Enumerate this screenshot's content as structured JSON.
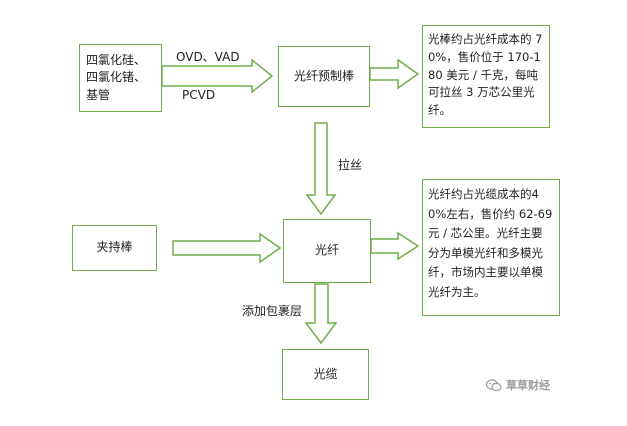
{
  "nodes": {
    "raw": "四氯化硅、\n四氯化锗、\n基管",
    "preform": "光纤预制棒",
    "preform_note": "光棒约占光纤成本的 70%，售价位于 170-180 美元 / 千克，每吨可拉丝 3 万芯公里光纤。",
    "clamp": "夹持棒",
    "fiber": "光纤",
    "fiber_note": "光纤约占光缆成本的40%左右，售价约 62-69 元 / 芯公里。光纤主要分为单模光纤和多模光纤，市场内主要以单模光纤为主。",
    "cable": "光缆"
  },
  "labels": {
    "ovd_vad": "OVD、VAD",
    "pcvd": "PCVD",
    "draw": "拉丝",
    "cladding": "添加包裹层"
  },
  "watermark": {
    "text": "草草财经",
    "icon": "wechat-icon"
  },
  "colors": {
    "border": "#6fae4a",
    "arrow": "#6fae4a"
  }
}
